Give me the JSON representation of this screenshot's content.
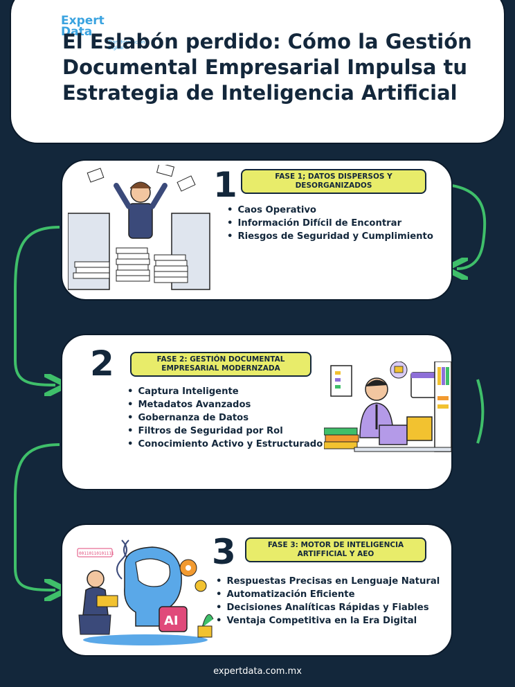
{
  "logo": {
    "line1": "Expert",
    "line2": "Data",
    "tagline": "Transformación Digital"
  },
  "title": "El Eslabón perdido: Cómo la Gestión Documental Empresarial Impulsa tu Estrategia de Inteligencia Artificial",
  "phases": [
    {
      "number": "1",
      "label_line1": "FASE 1;  DATOS DISPERSOS Y",
      "label_line2": "DESORGANIZADOS",
      "bullets": [
        "Caos Operativo",
        "Información Difícil de Encontrar",
        "Riesgos de Seguridad y Cumplimiento"
      ]
    },
    {
      "number": "2",
      "label_line1": "FASE 2: GESTIÓN DOCUMENTAL",
      "label_line2": "EMPRESARIAL MODERNZADA",
      "bullets": [
        "Captura Inteligente",
        "Metadatos Avanzados",
        "Gobernanza de Datos",
        "Filtros de Seguridad por Rol",
        "Conocimiento Activo y Estructurado"
      ]
    },
    {
      "number": "3",
      "label_line1": "FASE 3: MOTOR DE INTELIGENCIA",
      "label_line2": "ARTIFFICIAL Y AEO",
      "bullets": [
        "Respuestas Precisas en Lenguaje Natural",
        "Automatización Eficiente",
        "Decisiones Analíticas Rápidas y Fiables",
        "Ventaja Competitiva en la Era Digital"
      ]
    }
  ],
  "illustration3": {
    "binary": "00110110101111",
    "badge": "AI"
  },
  "footer": "expertdata.com.mx",
  "colors": {
    "background": "#13273b",
    "accent_green": "#3fbf6a",
    "phase_yellow": "#e8ec6a",
    "logo_blue": "#3aa3e0"
  }
}
